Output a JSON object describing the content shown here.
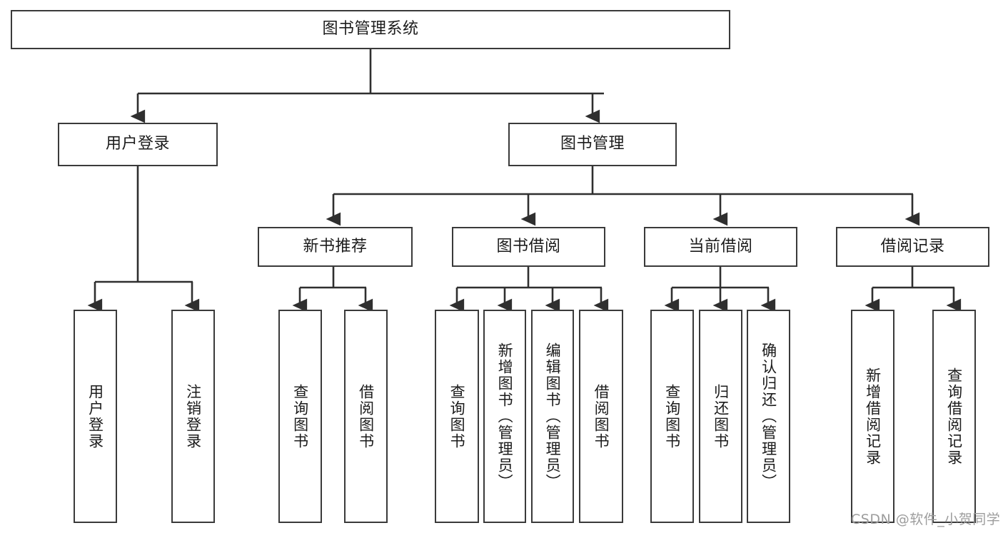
{
  "diagram": {
    "type": "hierarchy-tree",
    "title": "图书管理系统",
    "watermark": "CSDN @软件_小贺同学",
    "colors": {
      "box_border": "#3a3a3a",
      "box_fill": "#ffffff",
      "connector": "#2f2f2f",
      "text": "#1b1b1b",
      "watermark": "#9d9d9d",
      "background": "#ffffff"
    },
    "levels": {
      "root": {
        "label": "图书管理系统"
      },
      "level2": [
        {
          "id": "user-login",
          "label": "用户登录"
        },
        {
          "id": "book-manage",
          "label": "图书管理"
        }
      ],
      "level3": [
        {
          "id": "new-book-recommend",
          "label": "新书推荐",
          "parent": "book-manage"
        },
        {
          "id": "book-borrow",
          "label": "图书借阅",
          "parent": "book-manage"
        },
        {
          "id": "current-borrow",
          "label": "当前借阅",
          "parent": "book-manage"
        },
        {
          "id": "borrow-record",
          "label": "借阅记录",
          "parent": "book-manage"
        }
      ],
      "leaves": [
        {
          "id": "leaf-user-login",
          "label": "用户登录",
          "parent": "user-login"
        },
        {
          "id": "leaf-logout-login",
          "label": "注销登录",
          "parent": "user-login"
        },
        {
          "id": "leaf-query-book-1",
          "label": "查询图书",
          "parent": "new-book-recommend"
        },
        {
          "id": "leaf-borrow-book-1",
          "label": "借阅图书",
          "parent": "new-book-recommend"
        },
        {
          "id": "leaf-query-book-2",
          "label": "查询图书",
          "parent": "book-borrow"
        },
        {
          "id": "leaf-add-book",
          "label": "新增图书（管理员）",
          "parent": "book-borrow"
        },
        {
          "id": "leaf-edit-book",
          "label": "编辑图书（管理员）",
          "parent": "book-borrow"
        },
        {
          "id": "leaf-borrow-book-2",
          "label": "借阅图书",
          "parent": "book-borrow"
        },
        {
          "id": "leaf-query-book-3",
          "label": "查询图书",
          "parent": "current-borrow"
        },
        {
          "id": "leaf-return-book",
          "label": "归还图书",
          "parent": "current-borrow"
        },
        {
          "id": "leaf-confirm-return",
          "label": "确认归还（管理员）",
          "parent": "current-borrow"
        },
        {
          "id": "leaf-add-record",
          "label": "新增借阅记录",
          "parent": "borrow-record"
        },
        {
          "id": "leaf-query-record",
          "label": "查询借阅记录",
          "parent": "borrow-record"
        }
      ]
    }
  }
}
